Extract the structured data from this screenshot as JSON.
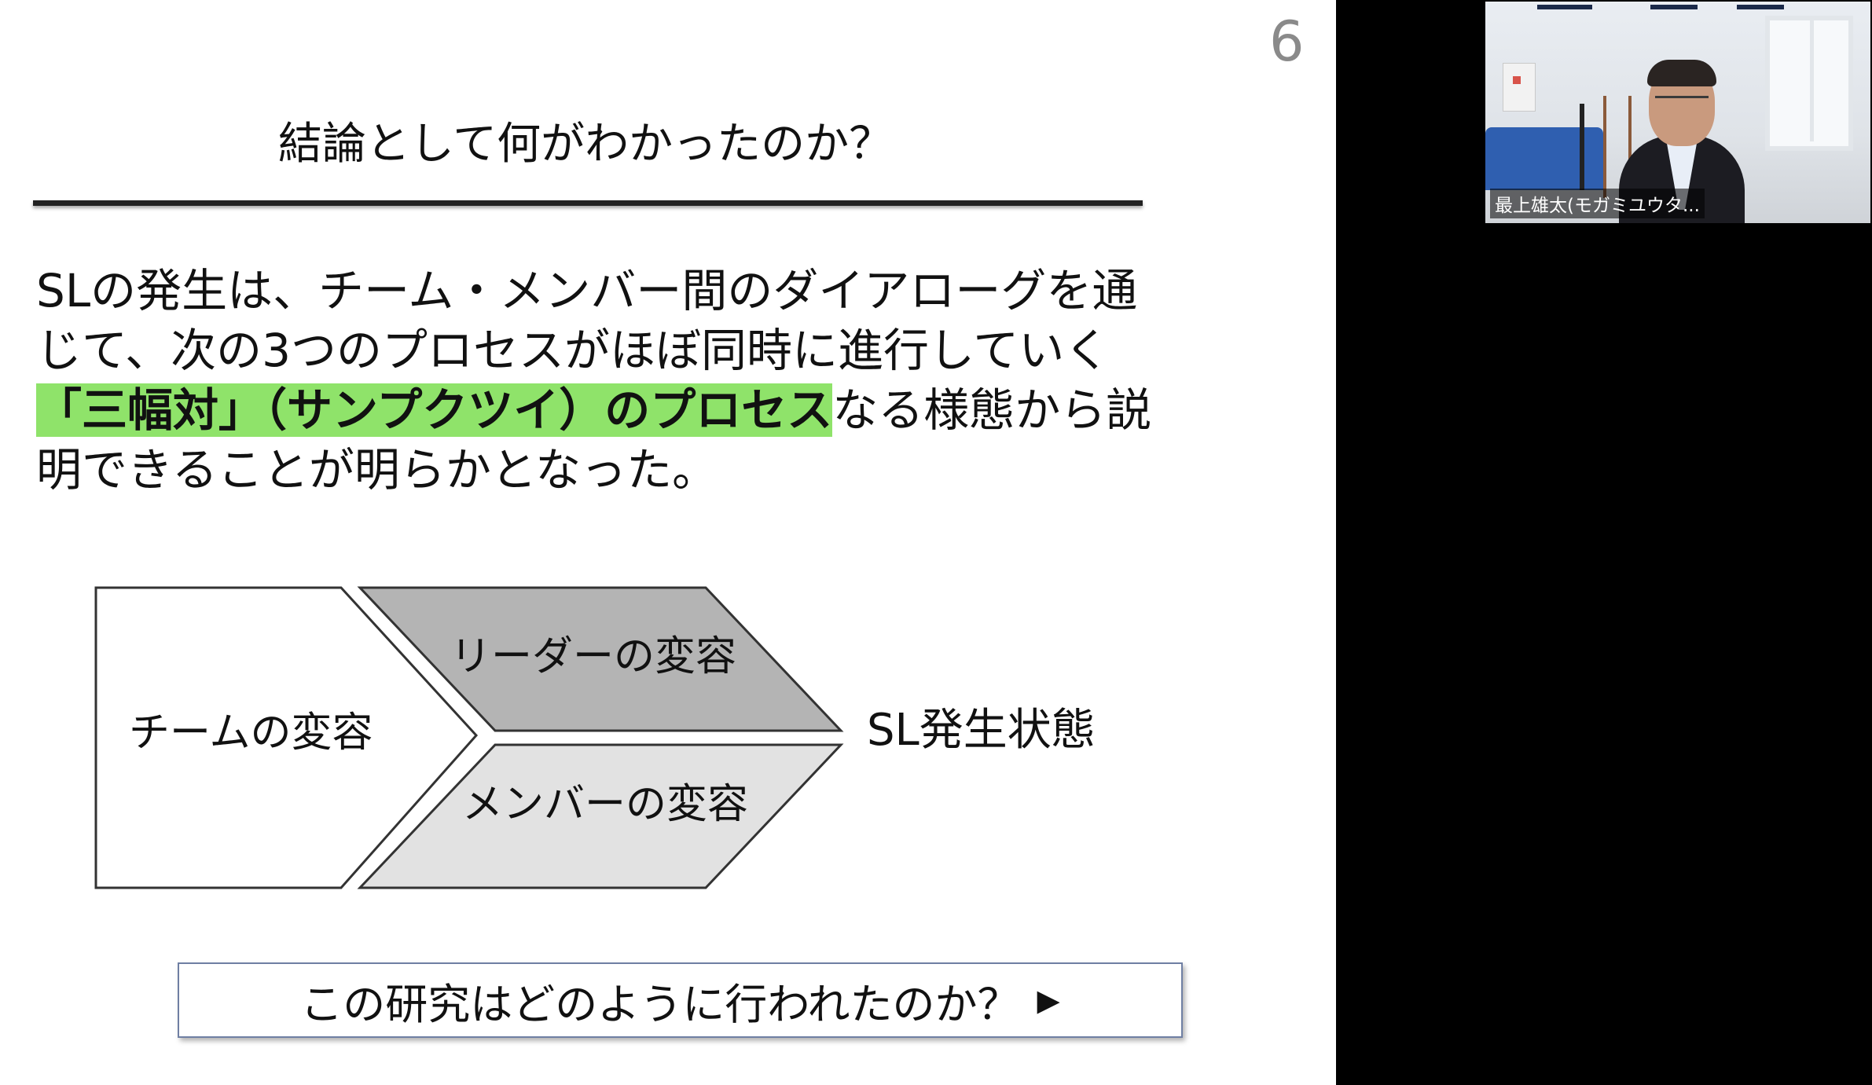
{
  "slide": {
    "number": "6",
    "title": "結論として何がわかったのか？",
    "body_prefix": "SLの発生は、チーム・メンバー間のダイアローグを通じて、次の3つのプロセスがほぼ同時に進行していく",
    "body_highlight": "「三幅対」（サンプクツイ）のプロセス",
    "body_suffix": "なる様態から説明できることが明らかとなった。",
    "diagram": {
      "team_label": "チームの変容",
      "leader_label": "リーダーの変容",
      "member_label": "メンバーの変容",
      "result_label": "SL発生状態",
      "colors": {
        "team_fill": "#ffffff",
        "leader_fill": "#b4b4b4",
        "member_fill": "#e2e2e2",
        "stroke": "#333333"
      }
    },
    "next_label": "この研究はどのように行われたのか？",
    "next_arrow": "▶"
  },
  "highlight_color": "#8fe36a",
  "video": {
    "participant_name": "最上雄太(モガミユウタ..."
  }
}
